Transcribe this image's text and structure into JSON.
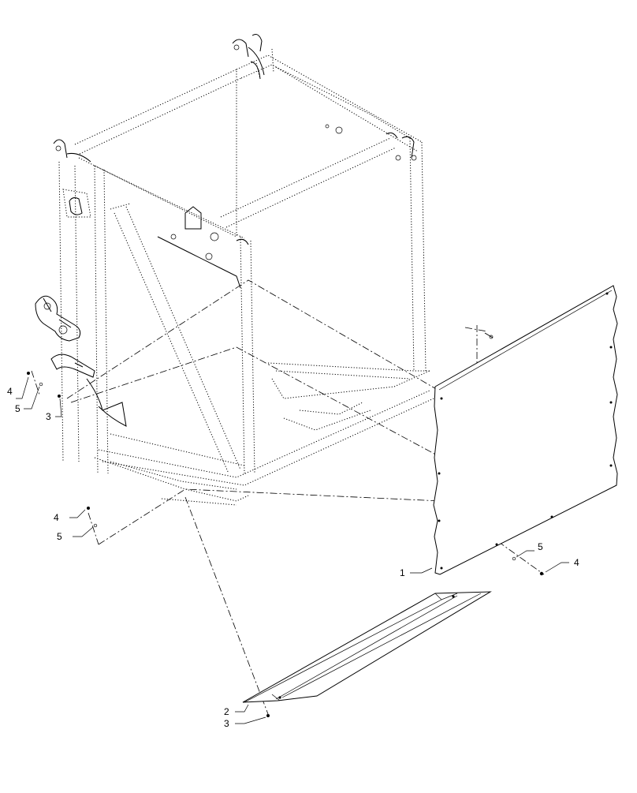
{
  "callouts": [
    {
      "id": "c4-left-upper",
      "label": "4"
    },
    {
      "id": "c5-left-upper",
      "label": "5"
    },
    {
      "id": "c3-left-upper",
      "label": "3"
    },
    {
      "id": "c4-left-lower",
      "label": "4"
    },
    {
      "id": "c5-left-lower",
      "label": "5"
    },
    {
      "id": "c1",
      "label": "1"
    },
    {
      "id": "c5-right",
      "label": "5"
    },
    {
      "id": "c4-right",
      "label": "4"
    },
    {
      "id": "c2",
      "label": "2"
    },
    {
      "id": "c3-bottom",
      "label": "3"
    }
  ]
}
